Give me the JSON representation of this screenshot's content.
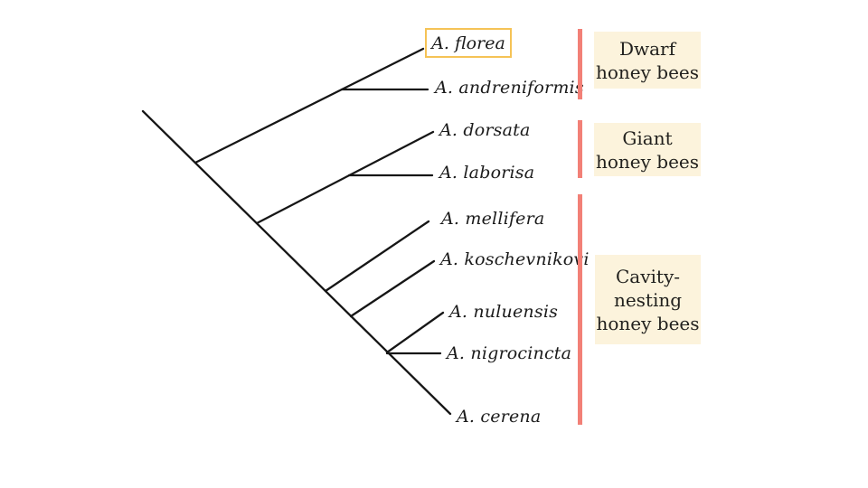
{
  "figure": {
    "type": "phylogenetic-tree",
    "subject": "Apis honey bee species cladogram"
  },
  "species": [
    {
      "name": "A. florea",
      "highlighted": true
    },
    {
      "name": "A. andreniformis",
      "highlighted": false
    },
    {
      "name": "A. dorsata",
      "highlighted": false
    },
    {
      "name": "A. laborisa",
      "highlighted": false
    },
    {
      "name": "A. mellifera",
      "highlighted": false
    },
    {
      "name": "A. koschevnikovi",
      "highlighted": false
    },
    {
      "name": "A. nuluensis",
      "highlighted": false
    },
    {
      "name": "A. nigrocincta",
      "highlighted": false
    },
    {
      "name": "A. cerena",
      "highlighted": false
    }
  ],
  "groups": [
    {
      "label": "Dwarf honey bees",
      "lines": [
        "Dwarf",
        "honey bees"
      ],
      "members": [
        "A. florea",
        "A. andreniformis"
      ]
    },
    {
      "label": "Giant honey bees",
      "lines": [
        "Giant",
        "honey bees"
      ],
      "members": [
        "A. dorsata",
        "A. laborisa"
      ]
    },
    {
      "label": "Cavity-nesting honey bees",
      "lines": [
        "Cavity-",
        "nesting",
        "honey bees"
      ],
      "members": [
        "A. mellifera",
        "A. koschevnikovi",
        "A. nuluensis",
        "A. nigrocincta",
        "A. cerena"
      ]
    }
  ],
  "colors": {
    "branch_line": "#161616",
    "clade_bar": "#f28077",
    "group_label_background": "#fcf3dc",
    "highlight_border": "#f5c356",
    "text": "#1b1b1b",
    "background": "#ffffff"
  }
}
